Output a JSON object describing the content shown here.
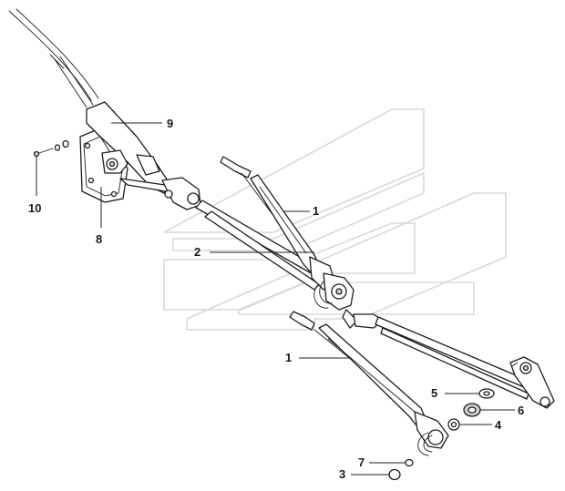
{
  "callouts": [
    {
      "id": "9",
      "label": "9"
    },
    {
      "id": "10",
      "label": "10"
    },
    {
      "id": "8",
      "label": "8"
    },
    {
      "id": "1a",
      "label": "1"
    },
    {
      "id": "2",
      "label": "2"
    },
    {
      "id": "1b",
      "label": "1"
    },
    {
      "id": "5",
      "label": "5"
    },
    {
      "id": "6",
      "label": "6"
    },
    {
      "id": "4",
      "label": "4"
    },
    {
      "id": "7",
      "label": "7"
    },
    {
      "id": "3",
      "label": "3"
    }
  ],
  "colors": {
    "line": "#1e1e1e",
    "watermark": "#d9d9d9",
    "background": "#ffffff"
  }
}
